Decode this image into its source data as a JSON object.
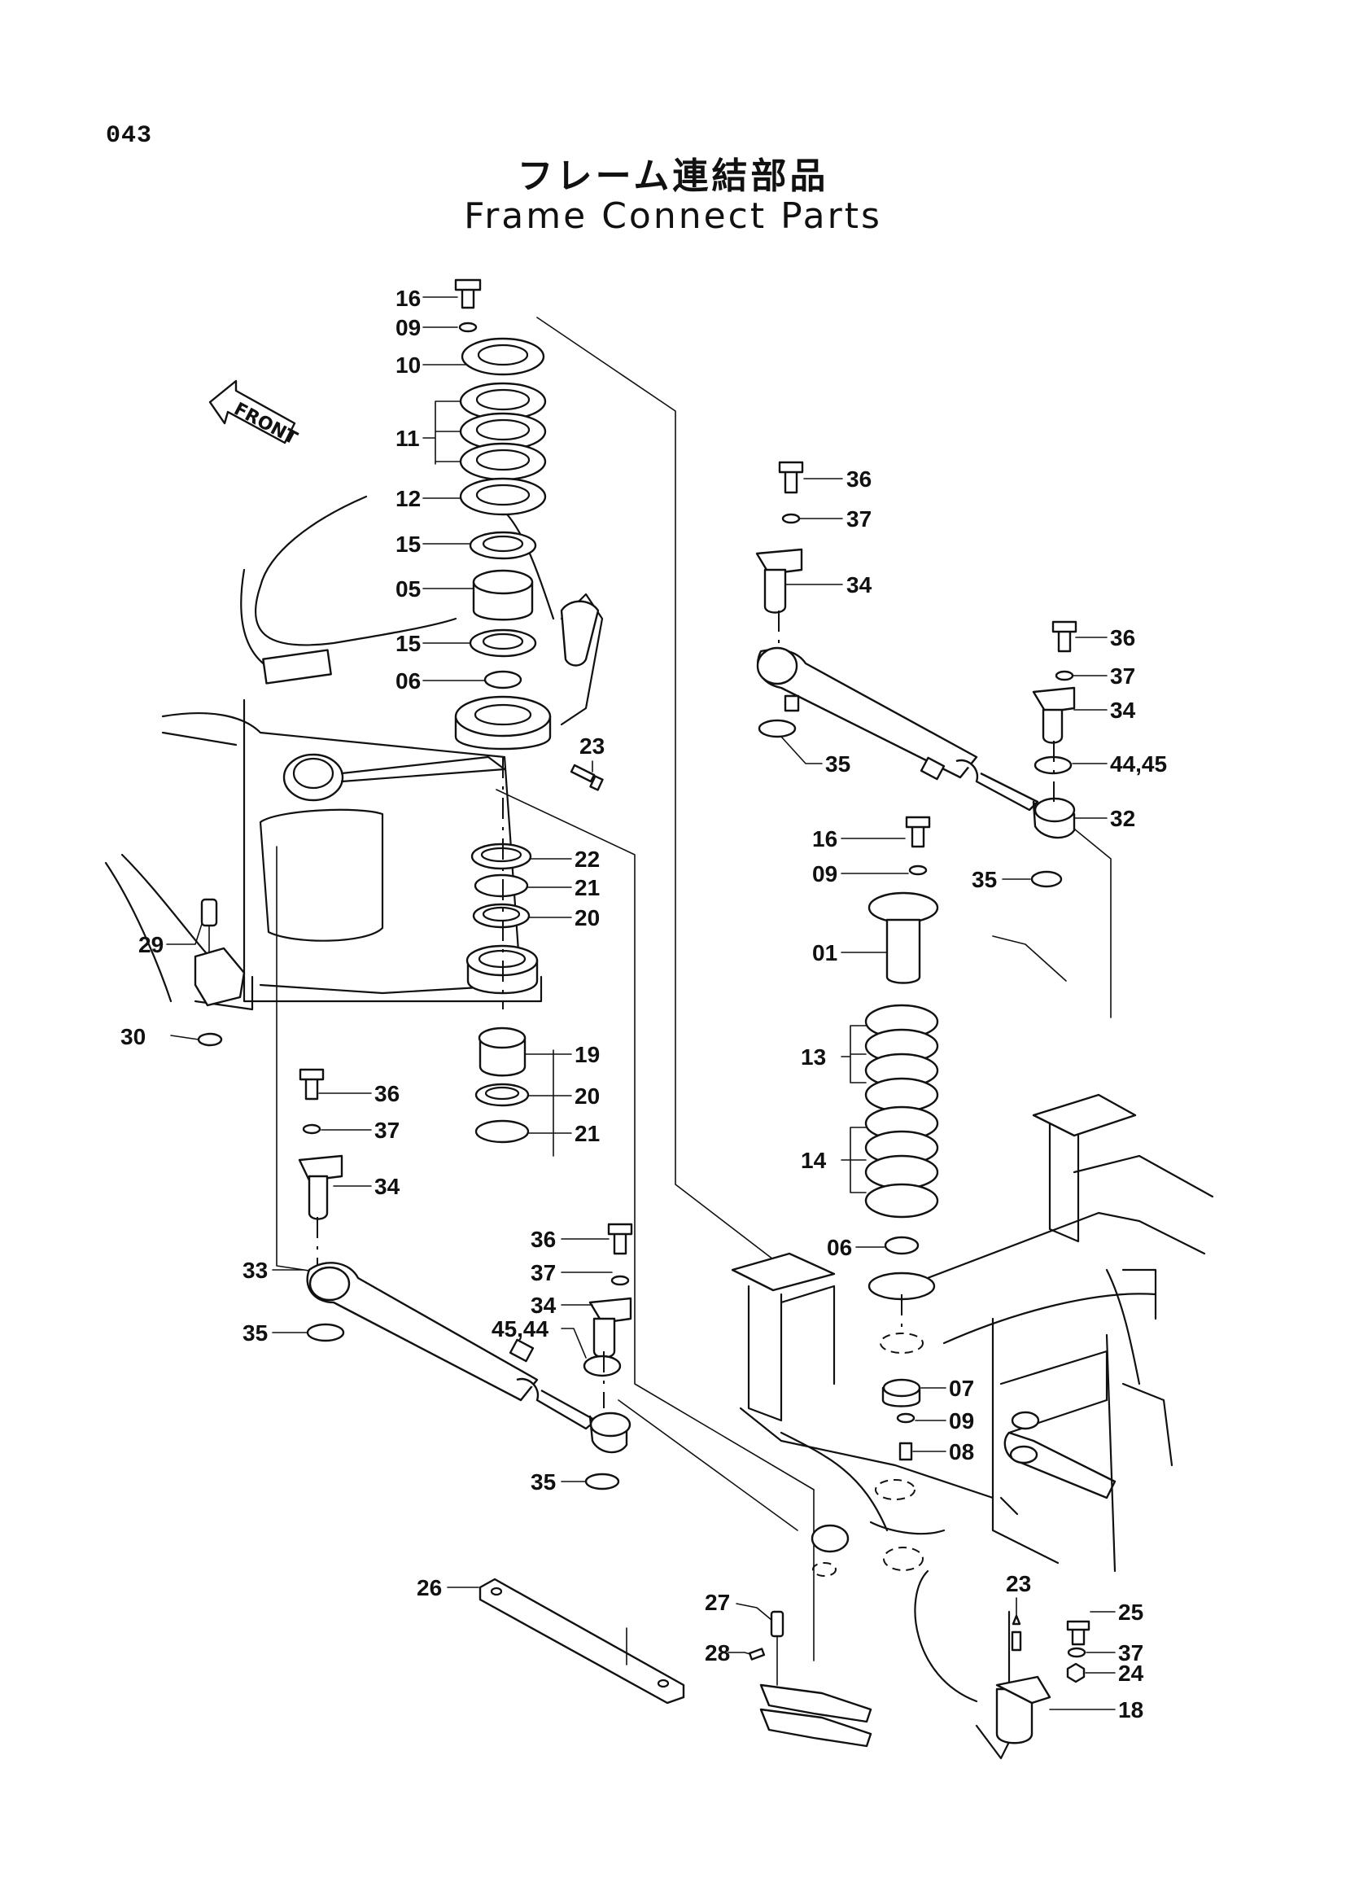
{
  "page_number": "043",
  "title_jp": "フレーム連結部品",
  "title_en": "Frame Connect Parts",
  "front_label": "FRONT",
  "callouts": [
    {
      "id": "c16a",
      "text": "16"
    },
    {
      "id": "c09a",
      "text": "09"
    },
    {
      "id": "c10",
      "text": "10"
    },
    {
      "id": "c11",
      "text": "11"
    },
    {
      "id": "c12",
      "text": "12"
    },
    {
      "id": "c15a",
      "text": "15"
    },
    {
      "id": "c05",
      "text": "05"
    },
    {
      "id": "c15b",
      "text": "15"
    },
    {
      "id": "c06a",
      "text": "06"
    },
    {
      "id": "c23a",
      "text": "23"
    },
    {
      "id": "c22",
      "text": "22"
    },
    {
      "id": "c21a",
      "text": "21"
    },
    {
      "id": "c20a",
      "text": "20"
    },
    {
      "id": "c29",
      "text": "29"
    },
    {
      "id": "c30",
      "text": "30"
    },
    {
      "id": "c19",
      "text": "19"
    },
    {
      "id": "c20b",
      "text": "20"
    },
    {
      "id": "c21b",
      "text": "21"
    },
    {
      "id": "c36a",
      "text": "36"
    },
    {
      "id": "c37a",
      "text": "37"
    },
    {
      "id": "c34a",
      "text": "34"
    },
    {
      "id": "c36b",
      "text": "36"
    },
    {
      "id": "c37b",
      "text": "37"
    },
    {
      "id": "c34b",
      "text": "34"
    },
    {
      "id": "c4445a",
      "text": "44,45"
    },
    {
      "id": "c35a",
      "text": "35"
    },
    {
      "id": "c32",
      "text": "32"
    },
    {
      "id": "c35b",
      "text": "35"
    },
    {
      "id": "c16b",
      "text": "16"
    },
    {
      "id": "c09b",
      "text": "09"
    },
    {
      "id": "c01",
      "text": "01"
    },
    {
      "id": "c13",
      "text": "13"
    },
    {
      "id": "c14",
      "text": "14"
    },
    {
      "id": "c36c",
      "text": "36"
    },
    {
      "id": "c37c",
      "text": "37"
    },
    {
      "id": "c34c",
      "text": "34"
    },
    {
      "id": "c33",
      "text": "33"
    },
    {
      "id": "c35c",
      "text": "35"
    },
    {
      "id": "c36d",
      "text": "36"
    },
    {
      "id": "c37d",
      "text": "37"
    },
    {
      "id": "c34d",
      "text": "34"
    },
    {
      "id": "c4544",
      "text": "45,44"
    },
    {
      "id": "c35d",
      "text": "35"
    },
    {
      "id": "c06b",
      "text": "06"
    },
    {
      "id": "c07",
      "text": "07"
    },
    {
      "id": "c09c",
      "text": "09"
    },
    {
      "id": "c08",
      "text": "08"
    },
    {
      "id": "c26",
      "text": "26"
    },
    {
      "id": "c27",
      "text": "27"
    },
    {
      "id": "c28",
      "text": "28"
    },
    {
      "id": "c23b",
      "text": "23"
    },
    {
      "id": "c25",
      "text": "25"
    },
    {
      "id": "c37e",
      "text": "37"
    },
    {
      "id": "c24",
      "text": "24"
    },
    {
      "id": "c18",
      "text": "18"
    }
  ]
}
